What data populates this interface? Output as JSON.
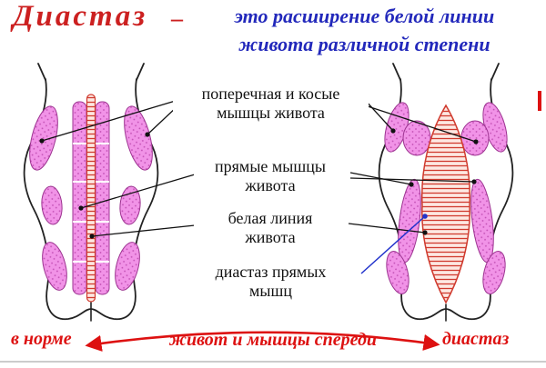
{
  "title": {
    "word": "Диастаз",
    "dash": "–",
    "line1": "это расширение белой линии",
    "line2": "живота различной степени"
  },
  "callouts": [
    {
      "line1": "поперечная и косые",
      "line2": "мышцы живота"
    },
    {
      "line1": "прямые мышцы",
      "line2": "живота"
    },
    {
      "line1": "белая линия",
      "line2": "живота"
    },
    {
      "line1": "диастаз прямых",
      "line2": "мышц"
    }
  ],
  "footer": {
    "left": "в норме",
    "center": "живот и мышцы спереди",
    "right": "диастаз"
  },
  "colors": {
    "title_red": "#cc2020",
    "title_blue": "#2228bb",
    "label_text": "#111111",
    "accent_red": "#dd1111",
    "callout_blue": "#2233cc",
    "muscle_pink": "#f193e7",
    "muscle_outline": "#9c3390",
    "hatch_red": "#d03a2e",
    "figure_outline": "#222222",
    "divider_gray": "#999999"
  }
}
